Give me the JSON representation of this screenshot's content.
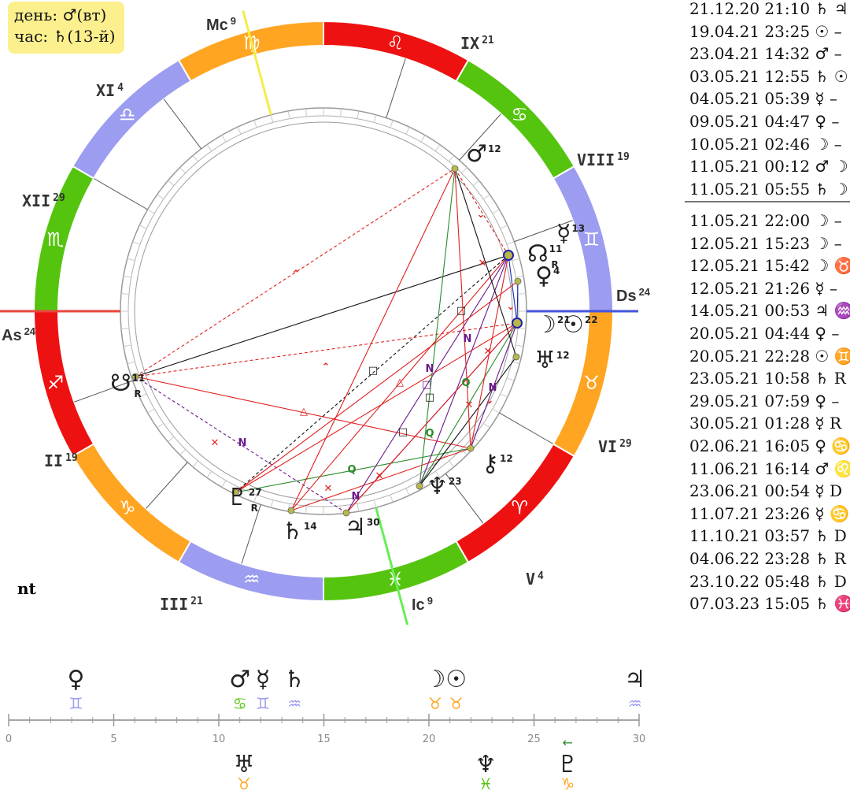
{
  "header": {
    "day_line": "день: ♂(вт)",
    "hour_line": "час: ♄(13-й)"
  },
  "footer_label": "nt",
  "wheel": {
    "angles": [
      {
        "name": "As",
        "label": "As",
        "deg": "24",
        "color": "#e8463f"
      },
      {
        "name": "Ds",
        "label": "Ds",
        "deg": "24",
        "color": "#4455dd"
      },
      {
        "name": "Mc",
        "label": "Mc",
        "deg": "9",
        "color": "#f2ee4a"
      },
      {
        "name": "Ic",
        "label": "Ic",
        "deg": "9",
        "color": "#66ee55"
      }
    ],
    "houses": [
      {
        "label": "II",
        "deg": "19"
      },
      {
        "label": "III",
        "deg": "21"
      },
      {
        "label": "V",
        "deg": "4"
      },
      {
        "label": "VI",
        "deg": "29"
      },
      {
        "label": "VIII",
        "deg": "19"
      },
      {
        "label": "IX",
        "deg": "21"
      },
      {
        "label": "XI",
        "deg": "4"
      },
      {
        "label": "XII",
        "deg": "29"
      }
    ],
    "signs": [
      {
        "glyph": "♈",
        "color": "#ee1111"
      },
      {
        "glyph": "♉",
        "color": "#ffa522"
      },
      {
        "glyph": "♊",
        "color": "#9c9cf0"
      },
      {
        "glyph": "♋",
        "color": "#55c40f"
      },
      {
        "glyph": "♌",
        "color": "#ee1111"
      },
      {
        "glyph": "♍",
        "color": "#ffa522"
      },
      {
        "glyph": "♎",
        "color": "#9c9cf0"
      },
      {
        "glyph": "♏",
        "color": "#55c40f"
      },
      {
        "glyph": "♐",
        "color": "#ee1111"
      },
      {
        "glyph": "♑",
        "color": "#ffa522"
      },
      {
        "glyph": "♒",
        "color": "#9c9cf0"
      },
      {
        "glyph": "♓",
        "color": "#55c40f"
      }
    ],
    "planets": [
      {
        "name": "mars",
        "glyph": "♂",
        "deg": "12",
        "retro": ""
      },
      {
        "name": "node-north",
        "glyph": "☊",
        "deg": "11",
        "retro": "R"
      },
      {
        "name": "mercury",
        "glyph": "☿",
        "deg": "13",
        "retro": ""
      },
      {
        "name": "venus",
        "glyph": "♀",
        "deg": "4",
        "retro": ""
      },
      {
        "name": "moon",
        "glyph": "☽",
        "deg": "21",
        "retro": ""
      },
      {
        "name": "sun",
        "glyph": "☉",
        "deg": "22",
        "retro": ""
      },
      {
        "name": "uranus",
        "glyph": "♅",
        "deg": "12",
        "retro": ""
      },
      {
        "name": "chiron",
        "glyph": "⚷",
        "deg": "12",
        "retro": ""
      },
      {
        "name": "neptune",
        "glyph": "♆",
        "deg": "23",
        "retro": ""
      },
      {
        "name": "jupiter",
        "glyph": "♃",
        "deg": "30",
        "retro": ""
      },
      {
        "name": "saturn",
        "glyph": "♄",
        "deg": "14",
        "retro": ""
      },
      {
        "name": "pluto",
        "glyph": "♇",
        "deg": "27",
        "retro": "R"
      },
      {
        "name": "node-south",
        "glyph": "☋",
        "deg": "11",
        "retro": "R"
      }
    ],
    "aspect_symbols": [
      "⚻",
      "□",
      "△",
      "✕",
      "N",
      "Q",
      "⚺",
      "ⴷ"
    ]
  },
  "table_top": [
    {
      "date": "21.12.20 21:10",
      "glyphs": "♄ ♃"
    },
    {
      "date": "19.04.21 23:25",
      "glyphs": "☉ –"
    },
    {
      "date": "23.04.21 14:32",
      "glyphs": "♂ –"
    },
    {
      "date": "03.05.21 12:55",
      "glyphs": "♄ ☉"
    },
    {
      "date": "04.05.21 05:39",
      "glyphs": "☿ –"
    },
    {
      "date": "09.05.21 04:47",
      "glyphs": "♀ –"
    },
    {
      "date": "10.05.21 02:46",
      "glyphs": "☽ –"
    },
    {
      "date": "11.05.21 00:12",
      "glyphs": "♂ ☽"
    },
    {
      "date": "11.05.21 05:55",
      "glyphs": "♄ ☽"
    }
  ],
  "table_bottom": [
    {
      "date": "11.05.21 22:00",
      "glyphs": "☽ –"
    },
    {
      "date": "12.05.21 15:23",
      "glyphs": "☽ –"
    },
    {
      "date": "12.05.21 15:42",
      "glyphs": "☽ ♉"
    },
    {
      "date": "12.05.21 21:26",
      "glyphs": "☿ –"
    },
    {
      "date": "14.05.21 00:53",
      "glyphs": "♃ ♒"
    },
    {
      "date": "20.05.21 04:44",
      "glyphs": "♀ –"
    },
    {
      "date": "20.05.21 22:28",
      "glyphs": "☉ ♊"
    },
    {
      "date": "23.05.21 10:58",
      "glyphs": "♄ R"
    },
    {
      "date": "29.05.21 07:59",
      "glyphs": "♀ –"
    },
    {
      "date": "30.05.21 01:28",
      "glyphs": "☿ R"
    },
    {
      "date": "02.06.21 16:05",
      "glyphs": "♀ ♋"
    },
    {
      "date": "11.06.21 16:14",
      "glyphs": "♂ ♌"
    },
    {
      "date": "23.06.21 00:54",
      "glyphs": "☿ D"
    },
    {
      "date": "11.07.21 23:26",
      "glyphs": "☿ ♋"
    },
    {
      "date": "11.10.21 03:57",
      "glyphs": "♄ D"
    },
    {
      "date": "04.06.22 23:28",
      "glyphs": "♄ R"
    },
    {
      "date": "23.10.22 05:48",
      "glyphs": "♄ D"
    },
    {
      "date": "07.03.23 15:05",
      "glyphs": "♄ ♓"
    }
  ],
  "degree_scale": {
    "ticks": [
      "0",
      "5",
      "10",
      "15",
      "20",
      "25",
      "30"
    ],
    "upper": [
      {
        "name": "venus",
        "glyph": "♀",
        "sign": "♊",
        "sign_color": "#9c9cf0",
        "value": 3.2
      },
      {
        "name": "mars",
        "glyph": "♂",
        "sign": "♋",
        "sign_color": "#55c40f",
        "value": 11.0
      },
      {
        "name": "mercury",
        "glyph": "☿",
        "sign": "♊",
        "sign_color": "#9c9cf0",
        "value": 12.1
      },
      {
        "name": "saturn",
        "glyph": "♄",
        "sign": "♒",
        "sign_color": "#9c9cf0",
        "value": 13.6
      },
      {
        "name": "moon",
        "glyph": "☽",
        "sign": "♉",
        "sign_color": "#ffa522",
        "value": 20.3
      },
      {
        "name": "sun",
        "glyph": "☉",
        "sign": "♉",
        "sign_color": "#ffa522",
        "value": 21.3
      },
      {
        "name": "jupiter",
        "glyph": "♃",
        "sign": "♒",
        "sign_color": "#9c9cf0",
        "value": 29.8
      }
    ],
    "lower": [
      {
        "name": "uranus",
        "glyph": "♅",
        "sign": "♉",
        "sign_color": "#ffa522",
        "value": 11.2,
        "arrow": ""
      },
      {
        "name": "neptune",
        "glyph": "♆",
        "sign": "♓",
        "sign_color": "#55c40f",
        "value": 22.7,
        "arrow": ""
      },
      {
        "name": "pluto",
        "glyph": "♇",
        "sign": "♑",
        "sign_color": "#ffa522",
        "value": 26.6,
        "arrow": "←"
      }
    ]
  }
}
